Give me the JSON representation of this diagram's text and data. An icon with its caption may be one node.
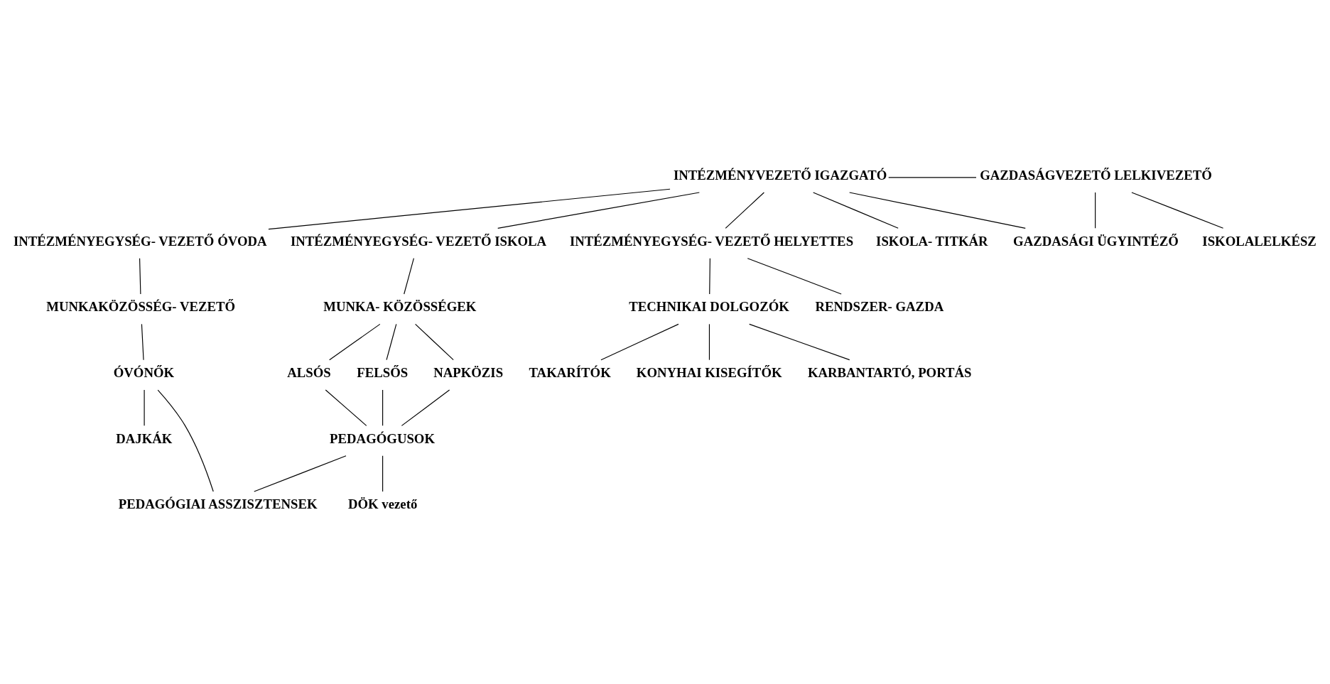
{
  "diagram": {
    "nodes": [
      {
        "text": [
          "INTÉZMÉNYVEZETŐ IGAZGATÓ"
        ]
      },
      {
        "text": [
          "GAZDASÁGVEZETŐ LELKIVEZETŐ"
        ]
      },
      {
        "text": [
          "INTÉZMÉNYEGYSÉG- VEZETŐ ÓVODA"
        ]
      },
      {
        "text": [
          "INTÉZMÉNYEGYSÉG- VEZETŐ ISKOLA"
        ]
      },
      {
        "text": [
          "INTÉZMÉNYEGYSÉG- VEZETŐ HELYETTES"
        ]
      },
      {
        "text": [
          "MUNKAKÖZÖSSÉG- VEZETŐ"
        ]
      },
      {
        "text": [
          "ISKOLA- TITKÁR"
        ]
      },
      {
        "text": [
          "GAZDASÁGI ÜGYINTÉZŐ"
        ]
      },
      {
        "text": [
          "MUNKA- KÖZÖSSÉGEK"
        ]
      },
      {
        "text": [
          "TECHNIKAI DOLGOZÓK"
        ]
      },
      {
        "text": [
          "RENDSZER- GAZDA"
        ]
      },
      {
        "text": [
          "ISKOLALELKÉSZ"
        ]
      },
      {
        "text": [
          "ALSÓS"
        ]
      },
      {
        "text": [
          "FELSŐS"
        ]
      },
      {
        "text": [
          "NAPKÖZIS"
        ]
      },
      {
        "text": [
          "TAKARÍTÓK"
        ]
      },
      {
        "text": [
          "ÓVÓNŐK"
        ]
      },
      {
        "text": [
          "PEDAGÓGUSOK"
        ]
      },
      {
        "text": [
          "KONYHAI KISEGÍTŐK"
        ]
      },
      {
        "text": [
          "DAJKÁK"
        ]
      },
      {
        "text": [
          "DÖK vezető"
        ]
      },
      {
        "text": [
          "KARBANTARTÓ, PORTÁS"
        ]
      },
      {
        "text": [
          "PEDAGÓGIAI ASSZISZTENSEK"
        ]
      }
    ],
    "edges": [
      {
        "from": 0,
        "to": 1,
        "arrow": "none"
      },
      {
        "from": 0,
        "to": 2,
        "arrow": "none"
      },
      {
        "from": 0,
        "to": 6,
        "arrow": "none"
      },
      {
        "from": 0,
        "to": 7,
        "arrow": "none"
      },
      {
        "from": 0,
        "to": 3,
        "arrow": "none"
      },
      {
        "from": 0,
        "to": 4,
        "arrow": "none"
      },
      {
        "from": 1,
        "to": 7,
        "arrow": "none"
      },
      {
        "from": 1,
        "to": 11,
        "arrow": "none"
      },
      {
        "from": 2,
        "to": 5,
        "arrow": "none"
      },
      {
        "from": 3,
        "to": 8,
        "arrow": "none"
      },
      {
        "from": 4,
        "to": 9,
        "arrow": "none"
      },
      {
        "from": 4,
        "to": 10,
        "arrow": "none"
      },
      {
        "from": 5,
        "to": 16,
        "arrow": "none"
      },
      {
        "from": 8,
        "to": 12,
        "arrow": "none"
      },
      {
        "from": 8,
        "to": 13,
        "arrow": "none"
      },
      {
        "from": 8,
        "to": 14,
        "arrow": "none"
      },
      {
        "from": 9,
        "to": 21,
        "arrow": "none"
      },
      {
        "from": 9,
        "to": 18,
        "arrow": "none"
      },
      {
        "from": 9,
        "to": 15,
        "arrow": "none"
      },
      {
        "from": 12,
        "to": 17,
        "arrow": "none"
      },
      {
        "from": 13,
        "to": 17,
        "arrow": "none"
      },
      {
        "from": 14,
        "to": 17,
        "arrow": "none"
      },
      {
        "from": 16,
        "to": 19,
        "arrow": "none"
      },
      {
        "from": 16,
        "to": 22,
        "arrow": "none"
      },
      {
        "from": 17,
        "to": 22,
        "arrow": "none"
      },
      {
        "from": 17,
        "to": 20,
        "arrow": "none"
      }
    ]
  }
}
